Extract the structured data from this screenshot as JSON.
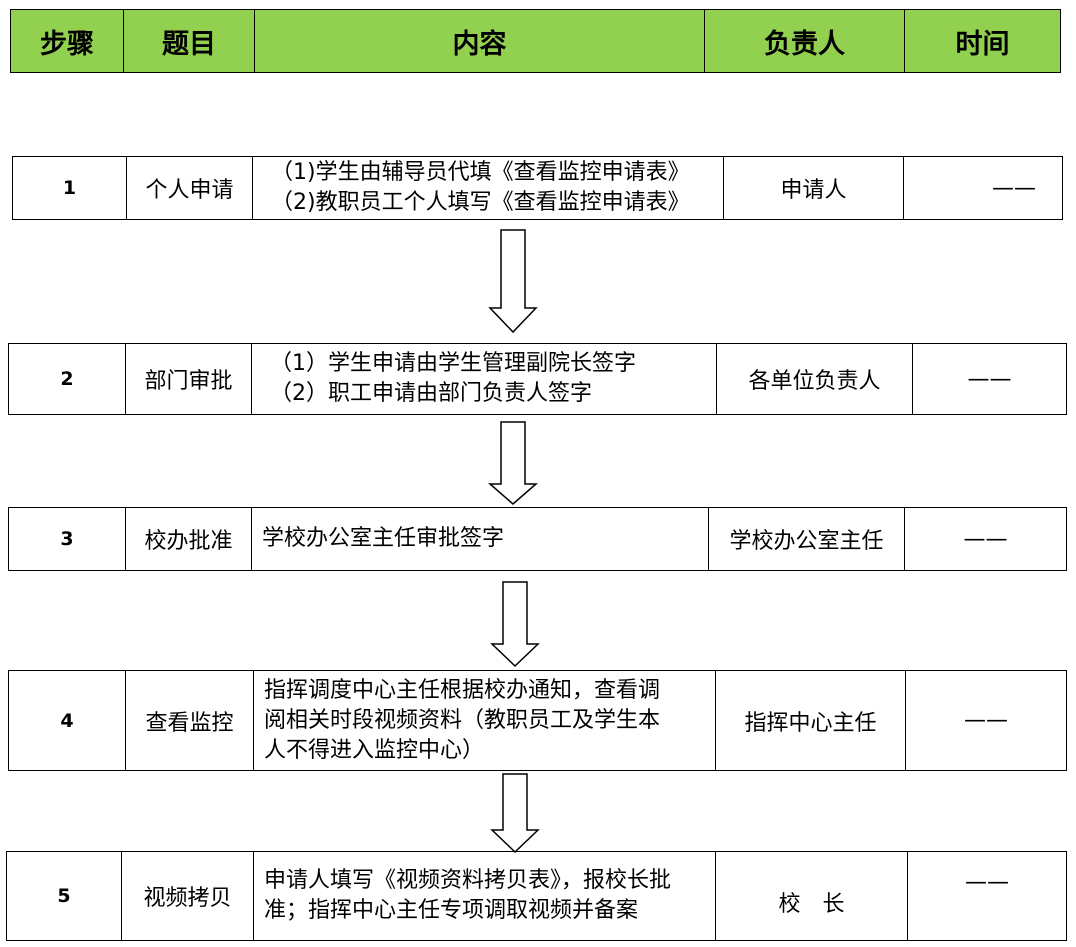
{
  "header": {
    "step": "步骤",
    "title": "题目",
    "content": "内容",
    "owner": "负责人",
    "time": "时间"
  },
  "rows": [
    {
      "step": "1",
      "title": "个人申请",
      "content": [
        "（1)学生由辅导员代填《查看监控申请表》",
        "（2)教职员工个人填写《查看监控申请表》"
      ],
      "owner": "申请人",
      "time": "——"
    },
    {
      "step": "2",
      "title": "部门审批",
      "content": [
        "（1）学生申请由学生管理副院长签字",
        "（2）职工申请由部门负责人签字"
      ],
      "owner": "各单位负责人",
      "time": "——"
    },
    {
      "step": "3",
      "title": "校办批准",
      "content": [
        "学校办公室主任审批签字"
      ],
      "owner": "学校办公室主任",
      "time": "——"
    },
    {
      "step": "4",
      "title": "查看监控",
      "content": [
        "指挥调度中心主任根据校办通知，查看调",
        "阅相关时段视频资料（教职员工及学生本",
        "人不得进入监控中心）"
      ],
      "owner": "指挥中心主任",
      "time": "——"
    },
    {
      "step": "5",
      "title": "视频拷贝",
      "content": [
        "申请人填写《视频资料拷贝表》，报校长批",
        "准；指挥中心主任专项调取视频并备案"
      ],
      "owner": "校　长",
      "time": "——"
    }
  ],
  "colors": {
    "header_fill": "#92d050",
    "border": "#000000"
  }
}
